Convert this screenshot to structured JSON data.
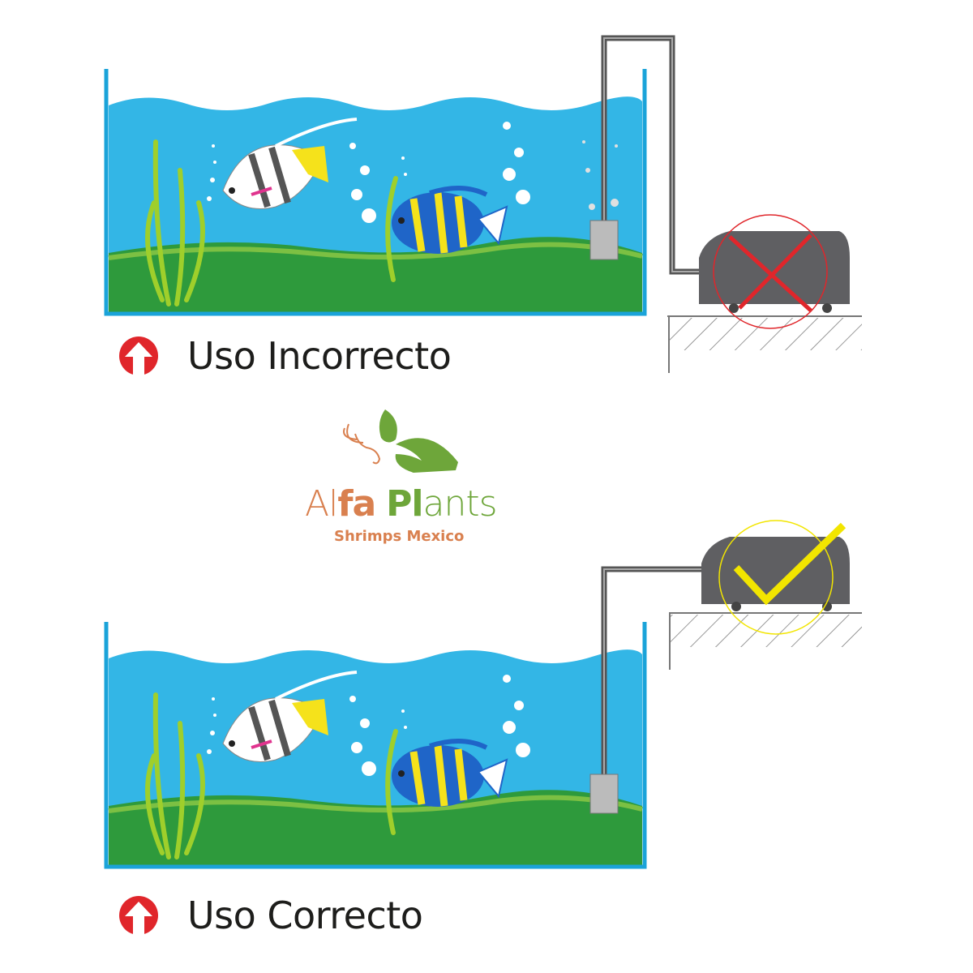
{
  "panels": [
    {
      "label": "Uso Incorrecto",
      "status": "incorrect",
      "mark": "x-mark-icon",
      "mark_color": "#e0262b"
    },
    {
      "label": "Uso Correcto",
      "status": "correct",
      "mark": "check-mark-icon",
      "mark_color": "#f2e500"
    }
  ],
  "logo": {
    "brand_part1": "Al",
    "brand_part2": "fa",
    "brand_part3": "Pl",
    "brand_part4": "ants",
    "tagline": "Shrimps Mexico"
  },
  "colors": {
    "water": "#33b6e6",
    "ground": "#2e9a3c",
    "arrow_red": "#e0262b",
    "pump": "#5f5f62",
    "logo_orange": "#d9804f",
    "logo_green": "#6ea63a"
  }
}
